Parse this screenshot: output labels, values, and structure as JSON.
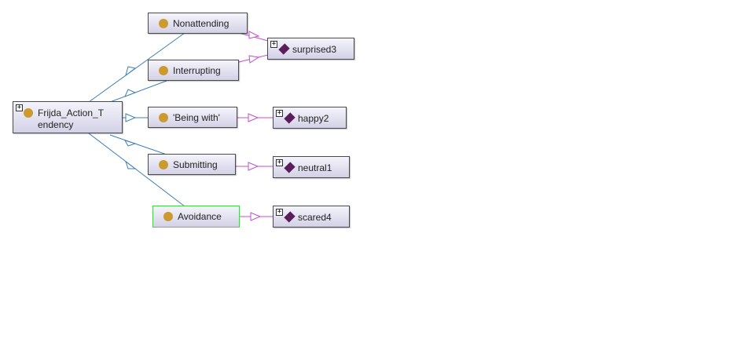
{
  "root": {
    "label_line1": "Frijda_Action_T",
    "label_line2": "endency",
    "expand": "+"
  },
  "classes": {
    "nonattending": "Nonattending",
    "interrupting": "Interrupting",
    "being_with": "'Being with'",
    "submitting": "Submitting",
    "avoidance": "Avoidance"
  },
  "individuals": {
    "surprised3": "surprised3",
    "happy2": "happy2",
    "neutral1": "neutral1",
    "scared4": "scared4"
  },
  "expand_symbol": "+",
  "colors": {
    "subclass_edge": "#3f7fb5",
    "instance_edge": "#c050c8",
    "class_dot": "#cc9a2e",
    "individual_diamond": "#5a1e5a",
    "selected_border": "#4ccf4c"
  }
}
